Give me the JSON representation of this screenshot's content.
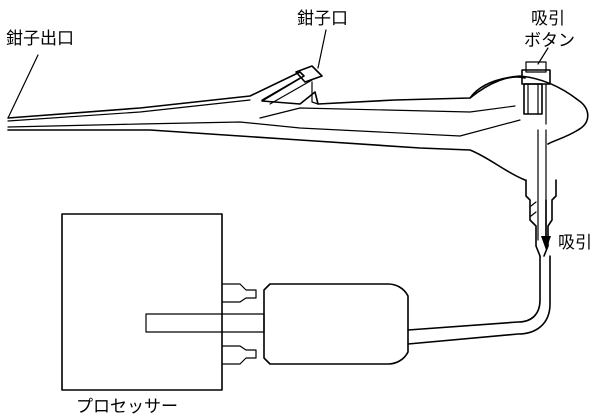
{
  "labels": {
    "forceps_outlet": "鉗子出口",
    "forceps_port": "鉗子口",
    "suction_button_line1": "吸引",
    "suction_button_line2": "ボタン",
    "suction": "吸引",
    "processor": "プロセッサー"
  }
}
